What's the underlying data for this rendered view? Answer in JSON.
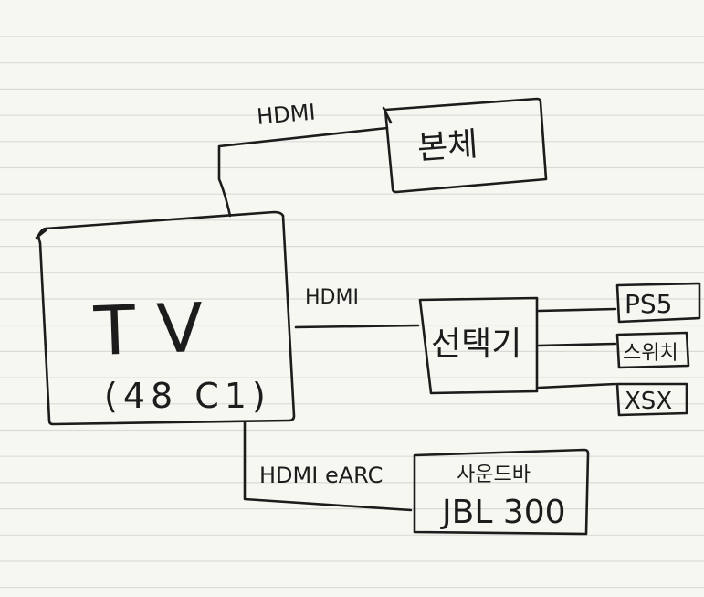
{
  "paper": {
    "background": "#f7f7f2",
    "rule_color": "#d9dcd6",
    "ink_color": "#1c1c1c"
  },
  "diagram": {
    "nodes": {
      "tv": {
        "title": "T V",
        "model": "(48 C1)"
      },
      "console_main": {
        "label": "본체"
      },
      "selector": {
        "label": "선택기"
      },
      "ps5": {
        "label": "PS5"
      },
      "switch": {
        "label": "스위치"
      },
      "xsx": {
        "label": "XSX"
      },
      "soundbar": {
        "label": "사운드바",
        "model": "JBL 300"
      }
    },
    "edges": {
      "tv_to_main": {
        "label": "HDMI"
      },
      "tv_to_selector": {
        "label": "HDMI"
      },
      "tv_to_soundbar": {
        "label": "HDMI eARC"
      }
    }
  }
}
